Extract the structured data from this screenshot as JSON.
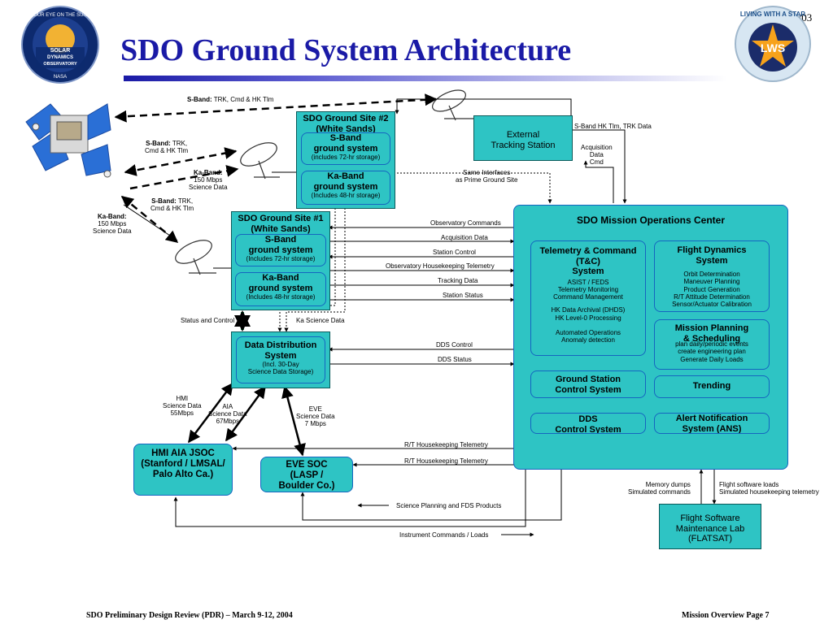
{
  "header": {
    "title": "SDO Ground System Architecture",
    "date": "10/31/03",
    "sdo_logo_text": [
      "OUR EYE ON THE SUN",
      "SOLAR",
      "DYNAMICS",
      "OBSERVATORY",
      "NASA"
    ],
    "lws_logo_text": [
      "LIVING WITH A STAR",
      "LWS"
    ]
  },
  "footer": {
    "left": "SDO Preliminary Design Review (PDR) – March 9-12, 2004",
    "right": "Mission Overview Page 7"
  },
  "site2": {
    "title": "SDO Ground Site #2",
    "subtitle": "(White Sands)",
    "sband_title": "S-Band",
    "sband_sub": "ground system",
    "sband_note": "(includes 72-hr storage)",
    "kaband_title": "Ka-Band",
    "kaband_sub": "ground system",
    "kaband_note": "(Includes 48-hr storage)"
  },
  "site1": {
    "title": "SDO Ground Site #1",
    "subtitle": "(White Sands)",
    "sband_title": "S-Band",
    "sband_sub": "ground system",
    "sband_note": "(Includes 72-hr storage)",
    "kaband_title": "Ka-Band",
    "kaband_sub": "ground system",
    "kaband_note": "(Includes 48-hr storage)"
  },
  "dds": {
    "title": "Data Distribution",
    "title2": "System",
    "note1": "(Incl. 30-Day",
    "note2": "Science Data Storage)"
  },
  "ext": {
    "line1": "External",
    "line2": "Tracking Station"
  },
  "moc": {
    "title": "SDO Mission Operations Center",
    "tc_title": "Telemetry & Command",
    "tc_title2": "(T&C)",
    "tc_title3": "System",
    "tc_items": [
      "ASIST / FEDS",
      "Telemetry Monitoring",
      "Command Management",
      "",
      "HK Data Archival (DHDS)",
      "HK Level-0 Processing",
      "",
      "Automated Operations",
      "Anomaly detection"
    ],
    "fd_title": "Flight Dynamics",
    "fd_title2": "System",
    "fd_items": [
      "Orbit Determination",
      "Maneuver Planning",
      "Product Generation",
      "R/T Attitude Determination",
      "Sensor/Actuator Calibration"
    ],
    "mp_title": "Mission Planning",
    "mp_title2": "& Scheduling",
    "mp_items": [
      "plan daily/periodic events",
      "create engineering plan",
      "Generate Daily Loads"
    ],
    "trending": "Trending",
    "gs_title": "Ground Station",
    "gs_title2": "Control System",
    "dds_title": "DDS",
    "dds_title2": "Control System",
    "ans_title": "Alert Notification",
    "ans_title2": "System (ANS)"
  },
  "jsoc": {
    "line1": "HMI AIA JSOC",
    "line2": "(Stanford / LMSAL/",
    "line3": "Palo Alto Ca.)"
  },
  "eve": {
    "line1": "EVE SOC",
    "line2": "(LASP /",
    "line3": "Boulder Co.)"
  },
  "flatsat": {
    "line1": "Flight Software",
    "line2": "Maintenance Lab",
    "line3": "(FLATSAT)"
  },
  "labels": {
    "sband_top_b": "S-Band:",
    "sband_top": " TRK, Cmd & HK Tlm",
    "sband_left_b": "S-Band:",
    "sband_left": " TRK,",
    "sband_left2": "Cmd & HK Tlm",
    "ka_mid_b": "Ka-Band:",
    "ka_mid1": "150 Mbps",
    "ka_mid2": "Science Data",
    "sband_low_b": "S-Band:",
    "sband_low": " TRK,",
    "sband_low2": "Cmd & HK Tlm",
    "ka_left_b": "Ka-Band:",
    "ka_left1": "150 Mbps",
    "ka_left2": "Science Data",
    "ext_right": "S-Band HK  Tlm, TRK  Data",
    "acq1": "Acquisition",
    "acq2": "Data",
    "acq3": "Cmd",
    "same1": "Same Interfaces",
    "same2": "as Prime Ground Site",
    "obs_cmd": "Observatory Commands",
    "acq_data": "Acquisition Data",
    "stat_ctrl": "Station Control",
    "obs_hk": "Observatory Housekeeping Telemetry",
    "trk_data": "Tracking Data",
    "stat_status": "Station Status",
    "status_ctrl": "Status and Control",
    "ka_sci": "Ka Science Data",
    "dds_ctrl": "DDS Control",
    "dds_status": "DDS Status",
    "hmi1": "HMI",
    "hmi2": "Science Data",
    "hmi3": "55Mbps",
    "aia1": "AIA",
    "aia2": "Science Data",
    "aia3": "67Mbps",
    "eve1": "EVE",
    "eve2": "Science Data",
    "eve3": "7 Mbps",
    "rt_hk1": "R/T Housekeeping Telemetry",
    "rt_hk2": "R/T Housekeeping Telemetry",
    "sci_plan": "Science Planning and FDS Products",
    "instr_cmd": "Instrument  Commands / Loads",
    "mem1": "Memory dumps",
    "mem2": "Simulated commands",
    "fsw1": "Flight software loads",
    "fsw2": "Simulated housekeeping telemetry"
  }
}
